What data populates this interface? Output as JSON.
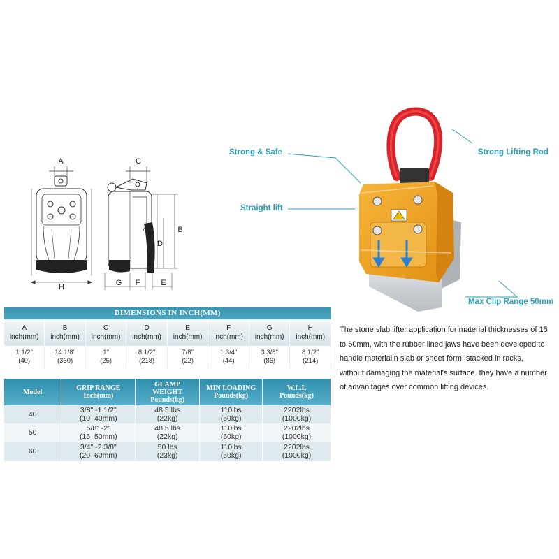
{
  "drawing": {
    "labels": {
      "a": "A",
      "b": "B",
      "c": "C",
      "d": "D",
      "e": "E",
      "f": "F",
      "g": "G",
      "h": "H"
    }
  },
  "dimensions": {
    "title": "DIMENSIONS IN INCH(MM)",
    "columns": [
      {
        "letter": "A",
        "unit": "inch(mm)",
        "inch": "1 1/2\"",
        "mm": "(40)"
      },
      {
        "letter": "B",
        "unit": "inch(mm)",
        "inch": "14 1/8\"",
        "mm": "(360)"
      },
      {
        "letter": "C",
        "unit": "inch(mm)",
        "inch": "1\"",
        "mm": "(25)"
      },
      {
        "letter": "D",
        "unit": "inch(mm)",
        "inch": "8 1/2\"",
        "mm": "(218)"
      },
      {
        "letter": "E",
        "unit": "inch(mm)",
        "inch": "7/8\"",
        "mm": "(22)"
      },
      {
        "letter": "F",
        "unit": "inch(mm)",
        "inch": "1 3/4\"",
        "mm": "(44)"
      },
      {
        "letter": "G",
        "unit": "inch(mm)",
        "inch": "3 3/8\"",
        "mm": "(86)"
      },
      {
        "letter": "H",
        "unit": "inch(mm)",
        "inch": "8 1/2\"",
        "mm": "(214)"
      }
    ]
  },
  "models": {
    "headers": {
      "model": "Model",
      "grip_1": "GRIP RANGE",
      "grip_2": "Inch(mm)",
      "weight_1": "GLAMP",
      "weight_2": "WEIGHT",
      "weight_3": "Pounds(kg)",
      "min_1": "MIN LOADING",
      "min_2": "Pounds(kg)",
      "wll_1": "W.L.L",
      "wll_2": "Pounds(kg)"
    },
    "rows": [
      {
        "model": "40",
        "grip_in": "3/8\" -1  1/2\"",
        "grip_mm": "(10–40mm)",
        "weight": "48.5 lbs",
        "weight_kg": "(22kg)",
        "min": "110lbs",
        "min_kg": "(50kg)",
        "wll": "2202lbs",
        "wll_kg": "(1000kg)"
      },
      {
        "model": "50",
        "grip_in": "5/8\" -2\"",
        "grip_mm": "(15–50mm)",
        "weight": "48.5 lbs",
        "weight_kg": "(22kg)",
        "min": "110lbs",
        "min_kg": "(50kg)",
        "wll": "2202lbs",
        "wll_kg": "(1000kg)"
      },
      {
        "model": "60",
        "grip_in": "3/4\" -2 3/8\"",
        "grip_mm": "(20–60mm)",
        "weight": "50 lbs",
        "weight_kg": "(23kg)",
        "min": "110lbs",
        "min_kg": "(50kg)",
        "wll": "2202lbs",
        "wll_kg": "(1000kg)"
      }
    ]
  },
  "callouts": {
    "strong_safe": "Strong & Safe",
    "straight_lift": "Straight lift",
    "strong_rod": "Strong Lifting Rod",
    "max_clip": "Max Clip Range 50mm"
  },
  "description": "The stone slab lifter application for material thicknesses of 15 to 60mm, with the rubber lined jaws have been developed to handle materialin slab or sheet form. stacked in racks, without damaging the material's surface. they have a number of advanitages over common lifting devices.",
  "colors": {
    "accent": "#2aa0b9",
    "header_blue": "#3a95b0",
    "clamp_orange": "#f2a51d",
    "shackle_red": "#d8232a"
  }
}
